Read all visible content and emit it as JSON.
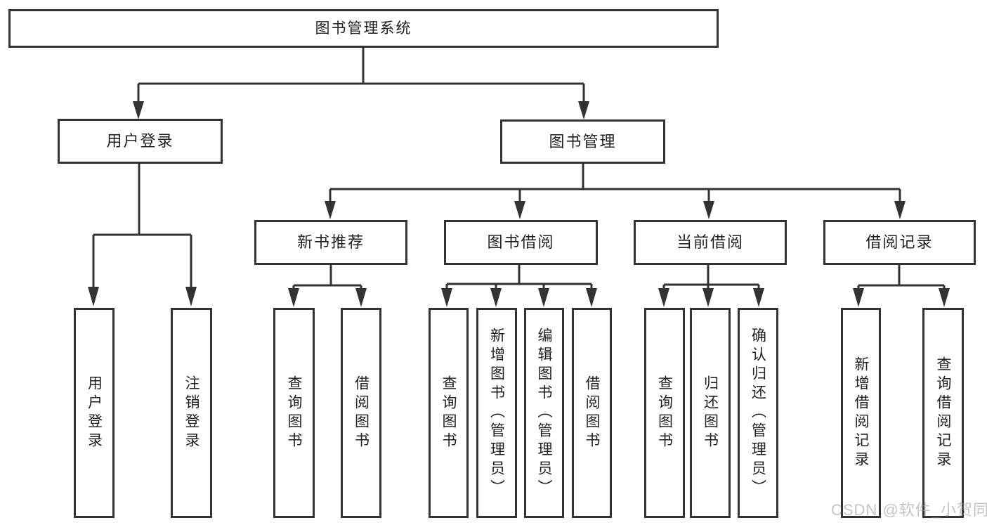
{
  "diagram_type": "feature-tree",
  "colors": {
    "line": "#333333",
    "box_border": "#333333",
    "text": "#1f1f1f",
    "background": "#ffffff",
    "watermark": "#969696"
  },
  "tree": {
    "root": {
      "label": "图书管理系统"
    },
    "branches": [
      {
        "label": "用户登录",
        "children": [
          {
            "label": "用户登录"
          },
          {
            "label": "注销登录"
          }
        ]
      },
      {
        "label": "图书管理",
        "children": [
          {
            "label": "新书推荐",
            "children": [
              {
                "label": "查询图书"
              },
              {
                "label": "借阅图书"
              }
            ]
          },
          {
            "label": "图书借阅",
            "children": [
              {
                "label": "查询图书"
              },
              {
                "label": "新增图书（管理员）"
              },
              {
                "label": "编辑图书（管理员）"
              },
              {
                "label": "借阅图书"
              }
            ]
          },
          {
            "label": "当前借阅",
            "children": [
              {
                "label": "查询图书"
              },
              {
                "label": "归还图书"
              },
              {
                "label": "确认归还（管理员）"
              }
            ]
          },
          {
            "label": "借阅记录",
            "children": [
              {
                "label": "新增借阅记录"
              },
              {
                "label": "查询借阅记录"
              }
            ]
          }
        ]
      }
    ]
  },
  "watermark": {
    "text": "CSDN @软件_小贺同学"
  }
}
